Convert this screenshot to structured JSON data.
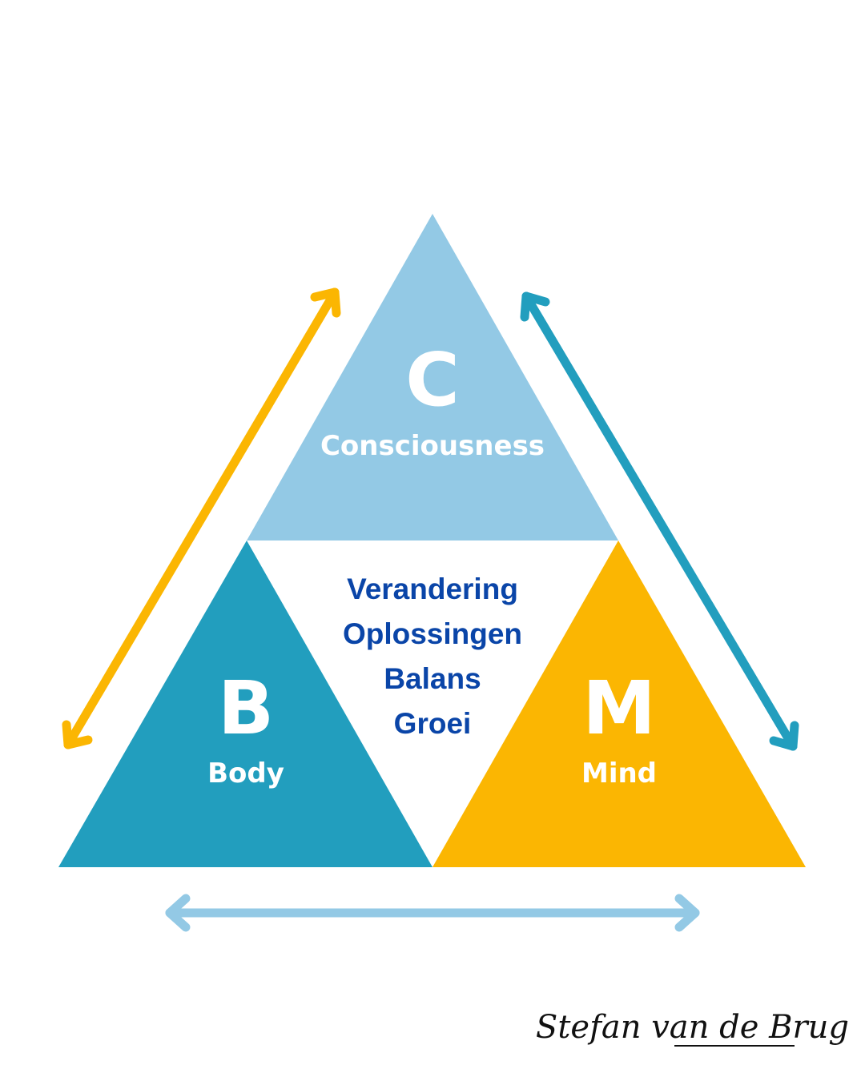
{
  "colors": {
    "consciousness": "#93c9e5",
    "body": "#229ebe",
    "mind": "#fbb602",
    "center_text": "#0a45a8",
    "arrow_left": "#fbb602",
    "arrow_right": "#229ebe",
    "arrow_bottom": "#93c9e5",
    "label_text": "#ffffff"
  },
  "consciousness": {
    "letter": "C",
    "label": "Consciousness"
  },
  "body": {
    "letter": "B",
    "label": "Body"
  },
  "mind": {
    "letter": "M",
    "label": "Mind"
  },
  "center": {
    "line1": "Verandering",
    "line2": "Oplossingen",
    "line3": "Balans",
    "line4": "Groei"
  },
  "signature": "Stefan van de Brug",
  "arrows": [
    {
      "name": "arrow-body-consciousness",
      "color_key": "arrow_left"
    },
    {
      "name": "arrow-consciousness-mind",
      "color_key": "arrow_right"
    },
    {
      "name": "arrow-body-mind",
      "color_key": "arrow_bottom"
    }
  ]
}
